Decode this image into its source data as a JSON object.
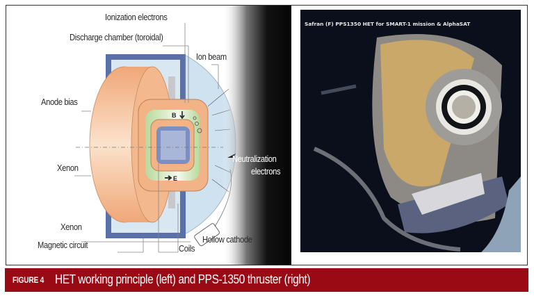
{
  "diagram": {
    "labels": {
      "ionization_electrons": "Ionization electrons",
      "discharge_chamber": "Discharge chamber (toroidal)",
      "ion_beam": "Ion beam",
      "anode_bias": "Anode bias",
      "xenon_upper": "Xenon",
      "neutralization_line1": "Neutralization",
      "neutralization_line2": "electrons",
      "xenon_lower": "Xenon",
      "magnetic_circuit": "Magnetic circuit",
      "coils": "Coils",
      "hollow_cathode": "Hollow cathode",
      "field_b": "B",
      "field_e": "E"
    },
    "colors": {
      "anode_orange": "#f4b98a",
      "chamber_green": "#cfe6b8",
      "magnet_blue": "#5b6fa8",
      "plume_blue": "#cfe2f0"
    }
  },
  "photo": {
    "title": "Safran (F) PPS1350 HET for SMART-1 mission & AlphaSAT"
  },
  "caption": {
    "figure_label": "FIGURE 4",
    "text": "HET working principle (left) and PPS-1350 thruster (right)",
    "background": "#9a0a14"
  }
}
